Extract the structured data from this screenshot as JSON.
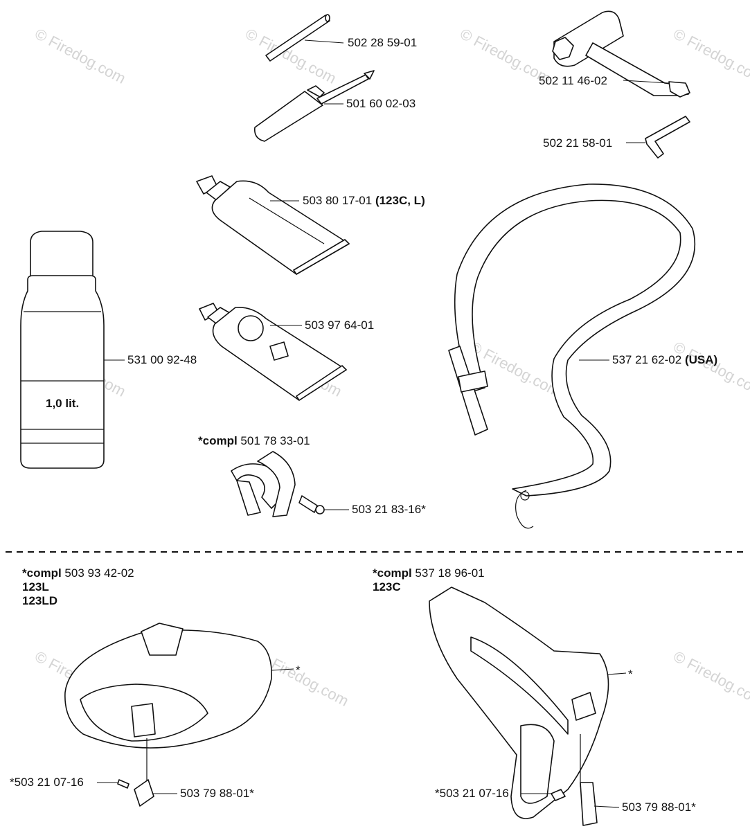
{
  "watermark": "© Firedog.com",
  "parts": {
    "rod": "502 28 59-01",
    "screwdriver": "501 60 02-03",
    "combi_wrench": "502 11 46-02",
    "hex_key": "502 21 58-01",
    "grease_tube": "503 80 17-01",
    "grease_tube_note": "(123C, L)",
    "grease_tube_small": "503 97 64-01",
    "oil_bottle": "531 00 92-48",
    "oil_bottle_text": "1,0 lit.",
    "harness": "537 21 62-02",
    "harness_note": "(USA)",
    "clamp_prefix": "*compl",
    "clamp_kit": "501 78 33-01",
    "clamp_screw": "503 21 83-16*"
  },
  "guards": {
    "left": {
      "prefix": "*compl",
      "kit": "503 93 42-02",
      "models": [
        "123L",
        "123LD"
      ],
      "star": "*",
      "screw": "*503 21 07-16",
      "plate": "503 79 88-01*"
    },
    "right": {
      "prefix": "*compl",
      "kit": "537 18 96-01",
      "models": [
        "123C"
      ],
      "star": "*",
      "screw": "*503 21 07-16",
      "plate": "503 79 88-01*"
    }
  }
}
